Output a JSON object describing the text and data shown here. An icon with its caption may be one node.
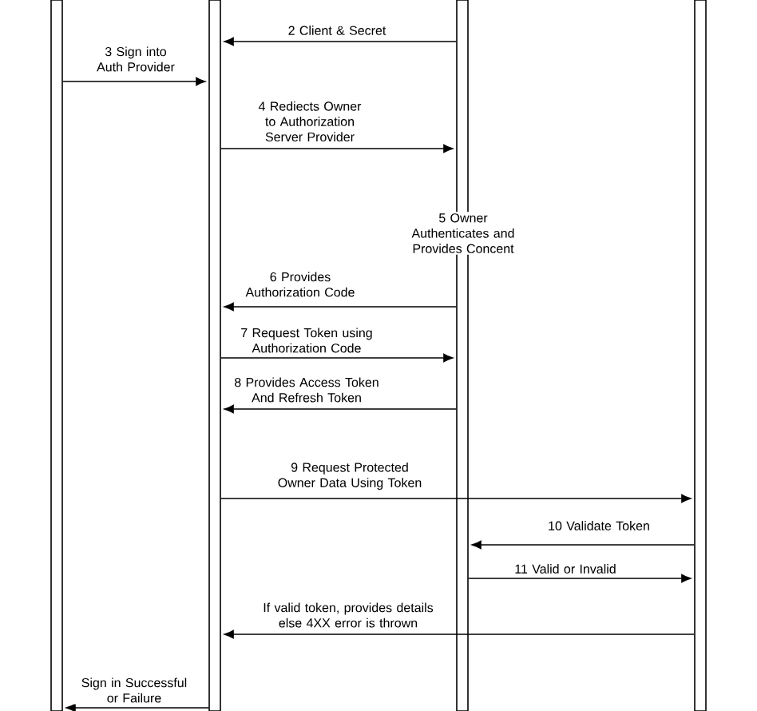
{
  "diagram": {
    "nodes": [
      {
        "text": [],
        "shape": "bar"
      },
      {
        "text": [],
        "shape": "bar"
      },
      {
        "text": [],
        "shape": "bar"
      },
      {
        "text": [],
        "shape": "bar"
      }
    ],
    "edges": [
      {
        "from": 2,
        "to": 1,
        "arrow": "to",
        "label": "2 Client & Secret"
      },
      {
        "from": 0,
        "to": 1,
        "arrow": "to",
        "label": "3 Sign into Auth Provider"
      },
      {
        "from": 1,
        "to": 2,
        "arrow": "to",
        "label": "4 Rediects Owner to Authorization Server Provider"
      },
      {
        "from": 2,
        "to": 1,
        "arrow": "to",
        "label": "6 Provides Authorization Code"
      },
      {
        "from": 1,
        "to": 2,
        "arrow": "to",
        "label": "7 Request Token using Authorization Code"
      },
      {
        "from": 2,
        "to": 1,
        "arrow": "to",
        "label": "8 Provides Access Token And Refresh Token"
      },
      {
        "from": 1,
        "to": 3,
        "arrow": "to",
        "label": "9 Request Protected Owner Data Using Token"
      },
      {
        "from": 3,
        "to": 2,
        "arrow": "to",
        "label": "10 Validate Token"
      },
      {
        "from": 2,
        "to": 3,
        "arrow": "to",
        "label": "11 Valid or Invalid"
      },
      {
        "from": 3,
        "to": 1,
        "arrow": "to",
        "label": "If valid token, provides details else 4XX error is thrown"
      },
      {
        "from": 1,
        "to": 0,
        "arrow": "to",
        "label": "Sign in Successful or Failure"
      }
    ],
    "labels": [
      "5 Owner Authenticates and Provides Concent"
    ]
  }
}
